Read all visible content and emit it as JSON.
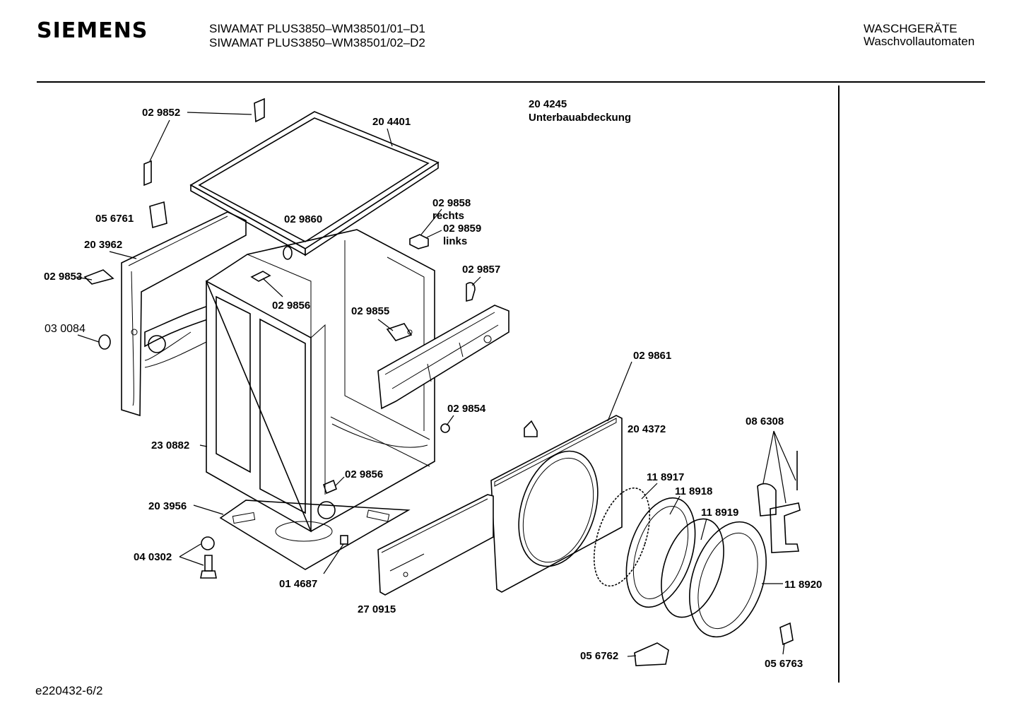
{
  "header": {
    "brand": "SIEMENS",
    "model_line_1": "SIWAMAT PLUS3850–WM38501/01–D1",
    "model_line_2": "SIWAMAT PLUS3850–WM38501/02–D2",
    "category_line_1": "WASCHGERÄTE",
    "category_line_2": "Waschvollautomaten"
  },
  "note": {
    "part": "20 4245",
    "name": "Unterbauabdeckung"
  },
  "parts": {
    "p029852": "02 9852",
    "p204401": "20 4401",
    "p056761": "05 6761",
    "p029860": "02 9860",
    "p029858": "02 9858",
    "rechts": "rechts",
    "p029859": "02 9859",
    "links": "links",
    "p203962": "20 3962",
    "p029853": "02 9853",
    "p029857": "02 9857",
    "p029856a": "02 9856",
    "p029855": "02 9855",
    "p030084": "03 0084",
    "p029861": "02 9861",
    "p029854": "02 9854",
    "p204372": "20 4372",
    "p086308": "08 6308",
    "p230882": "23 0882",
    "p029856b": "02 9856",
    "p118917": "11 8917",
    "p118918": "11 8918",
    "p118919": "11 8919",
    "p203956": "20 3956",
    "p040302": "04 0302",
    "p014687": "01 4687",
    "p270915": "27 0915",
    "p118920": "11 8920",
    "p056762": "05 6762",
    "p056763": "05 6763"
  },
  "footer": {
    "code": "e220432-6/2"
  }
}
